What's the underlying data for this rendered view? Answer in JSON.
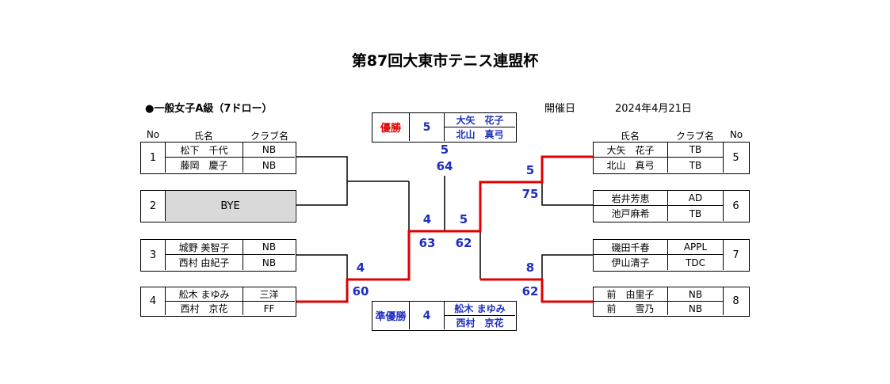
{
  "title": "第87回大東市テニス連盟杯",
  "event": "●一般女子A級（7ドロー）",
  "date_label": "開催日",
  "date_value": "2024年4月21日",
  "headers": {
    "no": "No",
    "name": "氏名",
    "club": "クラブ名"
  },
  "left_entries": [
    {
      "no": "1",
      "players": [
        {
          "name": "松下　千代",
          "club": "NB"
        },
        {
          "name": "藤岡　慶子",
          "club": "NB"
        }
      ]
    },
    {
      "no": "2",
      "bye": "BYE"
    },
    {
      "no": "3",
      "players": [
        {
          "name": "城野 美智子",
          "club": "NB"
        },
        {
          "name": "西村 由紀子",
          "club": "NB"
        }
      ]
    },
    {
      "no": "4",
      "players": [
        {
          "name": "舩木 まゆみ",
          "club": "三洋"
        },
        {
          "name": "西村　京花",
          "club": "FF"
        }
      ]
    }
  ],
  "right_entries": [
    {
      "no": "5",
      "players": [
        {
          "name": "大矢　花子",
          "club": "TB"
        },
        {
          "name": "北山　真弓",
          "club": "TB"
        }
      ]
    },
    {
      "no": "6",
      "players": [
        {
          "name": "岩井芳恵",
          "club": "AD"
        },
        {
          "name": "池戸麻希",
          "club": "TB"
        }
      ]
    },
    {
      "no": "7",
      "players": [
        {
          "name": "磯田千春",
          "club": "APPL"
        },
        {
          "name": "伊山清子",
          "club": "TDC"
        }
      ]
    },
    {
      "no": "8",
      "players": [
        {
          "name": "前　由里子",
          "club": "NB"
        },
        {
          "name": "前　　雪乃",
          "club": "NB"
        }
      ]
    }
  ],
  "champion": {
    "label": "優勝",
    "no": "5",
    "names": [
      "大矢　花子",
      "北山　真弓"
    ]
  },
  "runner_up": {
    "label": "準優勝",
    "no": "4",
    "names": [
      "舩木 まゆみ",
      "西村　京花"
    ]
  },
  "scores": {
    "l_sf_winner": "4",
    "l_sf_score": "60",
    "r_qf_winner": "5",
    "r_qf_score": "75",
    "r_qf2_winner": "8",
    "r_qf2_score": "62",
    "semi_left_winner": "4",
    "semi_left_score": "63",
    "semi_right_winner": "5",
    "semi_right_score": "62",
    "final_winner": "5",
    "final_score": "64"
  },
  "colors": {
    "win_line": "#e00000",
    "score": "#1f2fbf",
    "bye_fill": "#d9d9d9"
  }
}
